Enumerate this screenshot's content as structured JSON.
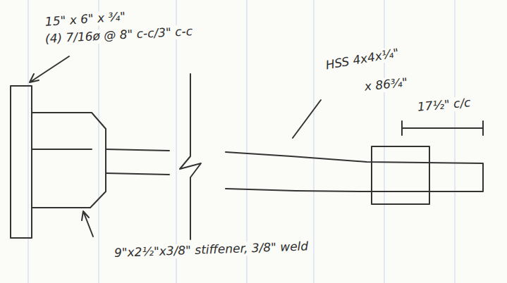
{
  "diagram": {
    "labels": [
      "15\" x 6\" x ¾\"",
      "(4) 7/16ø @ 8\" c-c/3\" c-c",
      "HSS 4x4x¼\"",
      "x 86¾\"",
      "17½\" c/c",
      "9\"x2½\"x3/8\" stiffener, 3/8\" weld"
    ]
  }
}
